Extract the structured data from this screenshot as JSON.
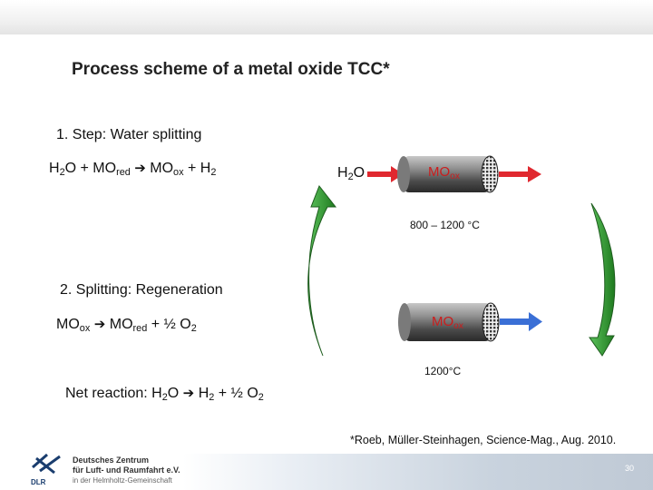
{
  "title": "Process scheme of a metal oxide TCC*",
  "step1": {
    "heading": "1. Step: Water splitting",
    "eq_h": "H",
    "eq_h_sub": "2",
    "eq_o_plus": "O + MO",
    "eq_red_sub": "red",
    "eq_arrow": "➔",
    "eq_mo": " MO",
    "eq_ox_sub": "ox",
    "eq_plus_h": " + H",
    "eq_h2_sub": "2",
    "input_h": "H",
    "input_sub": "2",
    "input_o": "O",
    "reactor_label": "MO",
    "reactor_sub": "ox",
    "temperature": "800 – 1200 °C"
  },
  "step2": {
    "heading": "2. Splitting: Regeneration",
    "eq_mo": "MO",
    "eq_ox_sub": "ox",
    "eq_arrow": "➔",
    "eq_mo2": " MO",
    "eq_red_sub": "red",
    "eq_tail": " + ½ O",
    "eq_o2_sub": "2",
    "reactor_label": "MO",
    "reactor_sub": "ox",
    "temperature": "1200°C"
  },
  "net": {
    "prefix": "Net reaction: H",
    "h2o_sub": "2",
    "o": "O ",
    "arrow": "➔",
    "h": " H",
    "h2_sub": "2",
    "tail": " + ½ O",
    "o2_sub": "2"
  },
  "citation": "*Roeb, Müller-Steinhagen, Science-Mag., Aug. 2010.",
  "footer": {
    "logo_text": "DLR",
    "org_line1": "Deutsches Zentrum",
    "org_line2": "für Luft- und Raumfahrt e.V.",
    "org_line3": "in der Helmholtz-Gemeinschaft",
    "page_number": "30"
  },
  "colors": {
    "green_arrow": "#2e8b2e",
    "red_arrow": "#e0282f",
    "blue_arrow": "#3a6fd6",
    "reactor_text": "#cc1c1c"
  }
}
